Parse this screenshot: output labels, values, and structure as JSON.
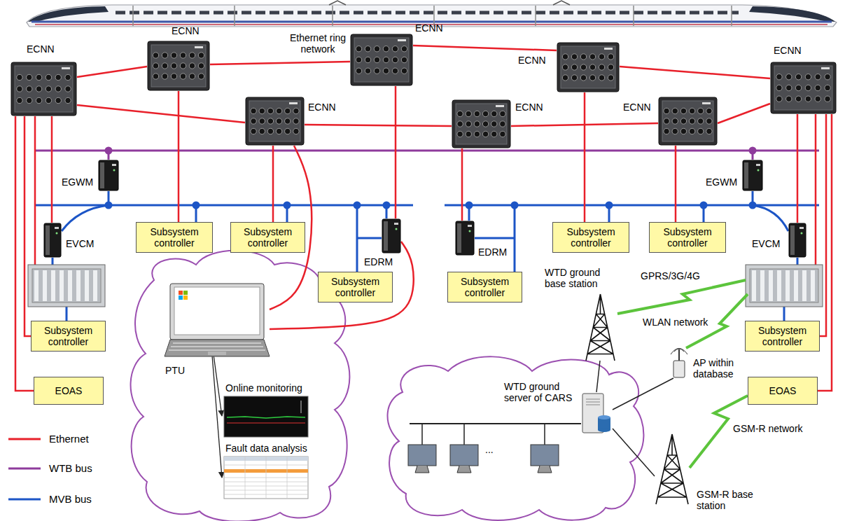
{
  "diagram": {
    "nodes": [
      {
        "text": [
          "ECNN"
        ]
      },
      {
        "text": [
          "ECNN"
        ]
      },
      {
        "text": [
          "ECNN"
        ]
      },
      {
        "text": [
          "ECNN"
        ]
      },
      {
        "text": [
          "ECNN"
        ]
      },
      {
        "text": [
          "ECNN"
        ]
      },
      {
        "text": [
          "ECNN"
        ]
      },
      {
        "text": [
          "ECNN"
        ]
      },
      {
        "text": [
          "EGWM"
        ]
      },
      {
        "text": [
          "EGWM"
        ]
      },
      {
        "text": [
          "EVCM"
        ]
      },
      {
        "text": [
          "Subsystem controller"
        ]
      },
      {
        "text": [
          "Subsystem controller"
        ]
      },
      {
        "text": [
          "EDRM"
        ]
      },
      {
        "text": [
          "EDRM"
        ]
      },
      {
        "text": [
          "Subsystem controller"
        ]
      },
      {
        "text": [
          "Subsystem controller"
        ]
      },
      {
        "text": [
          "EVCM"
        ]
      },
      {
        "text": [
          "Subsystem controller"
        ]
      },
      {
        "text": [
          "Subsystem controller"
        ]
      },
      {
        "text": [
          "Subsystem controller"
        ]
      },
      {
        "text": [
          "Subsystem controller"
        ]
      },
      {
        "text": [
          "EOAS"
        ]
      },
      {
        "text": [
          "EOAS"
        ]
      },
      {
        "text": [
          "PTU"
        ]
      },
      {
        "text": [
          "WTD ground base station"
        ]
      },
      {
        "text": [
          "AP within database"
        ]
      },
      {
        "text": [
          "WTD ground server of CARS"
        ]
      },
      {
        "text": [
          "GSM-R base station"
        ]
      }
    ],
    "edges": [
      {
        "from": 0,
        "to": 1,
        "arrow": "none"
      },
      {
        "from": 1,
        "to": 2,
        "arrow": "none"
      },
      {
        "from": 2,
        "to": 3,
        "arrow": "none"
      },
      {
        "from": 3,
        "to": 4,
        "arrow": "none"
      },
      {
        "from": 0,
        "to": 5,
        "arrow": "none"
      },
      {
        "from": 5,
        "to": 6,
        "arrow": "none"
      },
      {
        "from": 6,
        "to": 7,
        "arrow": "none"
      },
      {
        "from": 7,
        "to": 4,
        "arrow": "none"
      },
      {
        "from": 0,
        "to": 10,
        "arrow": "none"
      },
      {
        "from": 0,
        "to": 20,
        "arrow": "none"
      },
      {
        "from": 0,
        "to": 22,
        "arrow": "none"
      },
      {
        "from": 1,
        "to": 11,
        "arrow": "none"
      },
      {
        "from": 5,
        "to": 12,
        "arrow": "none"
      },
      {
        "from": 5,
        "to": 24,
        "arrow": "none"
      },
      {
        "from": 2,
        "to": 13,
        "arrow": "none"
      },
      {
        "from": 13,
        "to": 24,
        "arrow": "none"
      },
      {
        "from": 6,
        "to": 14,
        "arrow": "none"
      },
      {
        "from": 3,
        "to": 15,
        "arrow": "none"
      },
      {
        "from": 7,
        "to": 16,
        "arrow": "none"
      },
      {
        "from": 4,
        "to": 17,
        "arrow": "none"
      },
      {
        "from": 4,
        "to": 21,
        "arrow": "none"
      },
      {
        "from": 4,
        "to": 23,
        "arrow": "none"
      },
      {
        "from": 23,
        "to": 28,
        "label": "GSM-R network",
        "arrow": "none"
      },
      {
        "from": 25,
        "to": 27,
        "arrow": "none"
      },
      {
        "from": 26,
        "to": 27,
        "arrow": "none"
      },
      {
        "from": 28,
        "to": 27,
        "arrow": "none"
      }
    ],
    "labels": [
      "Ethernet ring network",
      "Online monitoring",
      "Fault data analysis",
      "GPRS/3G/4G",
      "WLAN network",
      "..."
    ],
    "legend": [
      {
        "text": "Ethernet"
      },
      {
        "text": "WTB bus"
      },
      {
        "text": "MVB bus"
      }
    ]
  }
}
